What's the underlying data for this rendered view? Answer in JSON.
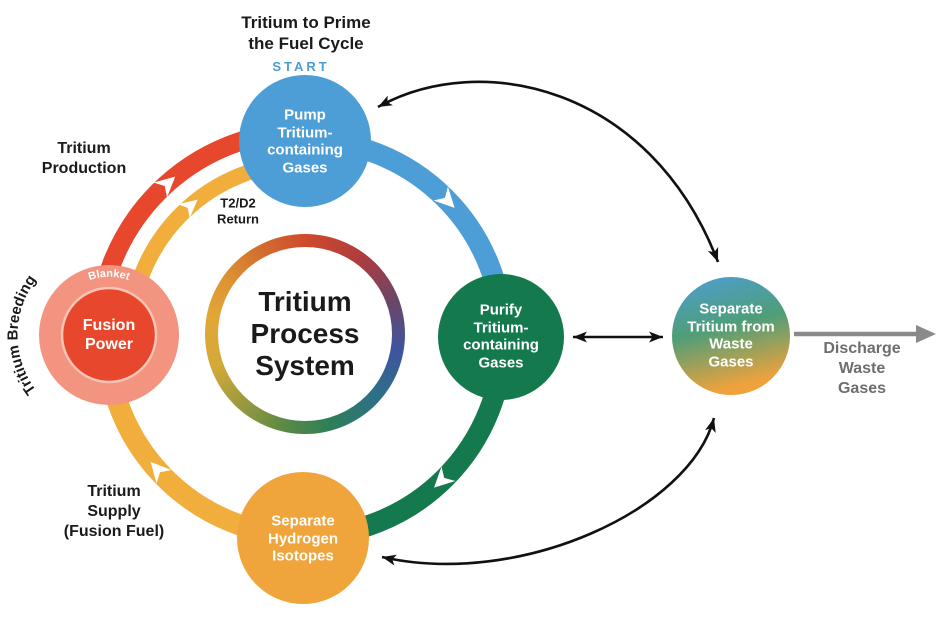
{
  "title": {
    "top_label": "Tritium to Prime\nthe Fuel Cycle",
    "start": "START",
    "center": "Tritium\nProcess\nSystem"
  },
  "nodes": {
    "pump": {
      "label": "Pump\nTritium-\ncontaining\nGases"
    },
    "purify": {
      "label": "Purify\nTritium-\ncontaining\nGases"
    },
    "separate_hydrogen": {
      "label": "Separate\nHydrogen\nIsotopes"
    },
    "fusion": {
      "label": "Fusion\nPower",
      "ring_label": "Blanket"
    },
    "separate_tritium": {
      "label": "Separate\nTritium from\nWaste\nGases"
    }
  },
  "labels": {
    "tritium_production": "Tritium\nProduction",
    "t2d2_return": "T2/D2\nReturn",
    "tritium_breeding": "Tritium Breeding",
    "tritium_supply": "Tritium\nSupply\n(Fusion Fuel)",
    "discharge": "Discharge\nWaste Gases"
  },
  "colors": {
    "blue": "#4D9DD6",
    "green": "#15794E",
    "yellow": "#F2AE3C",
    "yellow_node": "#EFA53C",
    "red": "#E7472C",
    "salmon": "#F2947F",
    "red_inner_stroke": "#F7C4B6",
    "gradient_top": "#4E9ED6",
    "gradient_mid": "#4E9E78",
    "gradient_bottom": "#EFA23C",
    "arrow_black": "#111111",
    "arrow_gray": "#8A8A8A",
    "text_dark": "#1a1a1a",
    "start_blue": "#4D9DD6"
  }
}
